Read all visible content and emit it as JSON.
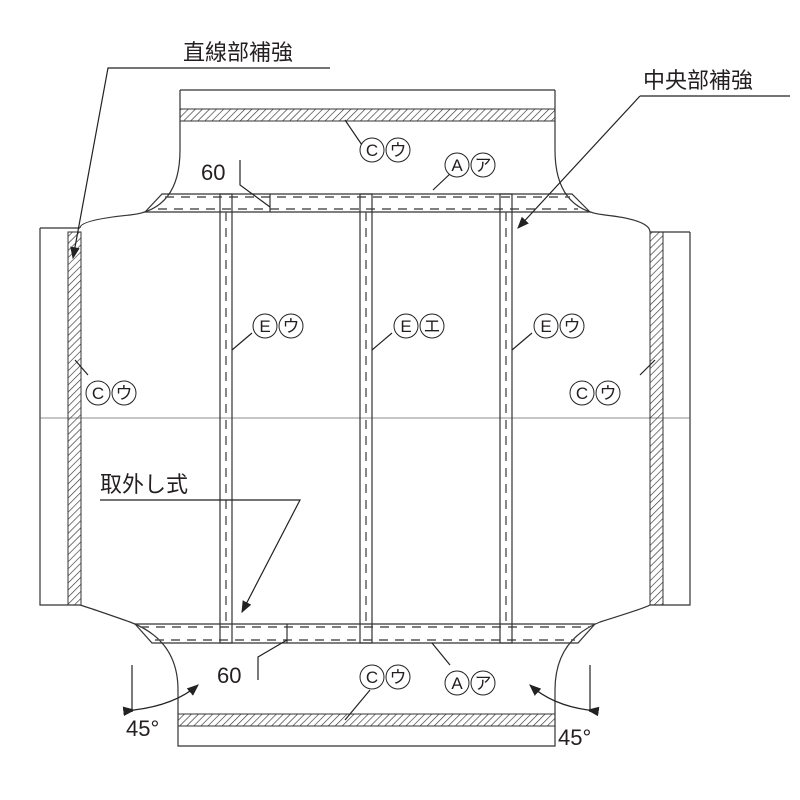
{
  "labels": {
    "straight_reinforcement": "直線部補強",
    "center_reinforcement": "中央部補強",
    "removable": "取外し式",
    "dim_top": "60",
    "dim_bottom": "60",
    "angle_left": "45°",
    "angle_right": "45°"
  },
  "markers": {
    "top_flange": [
      "C",
      "ウ"
    ],
    "top_bar": [
      "A",
      "ア"
    ],
    "left_flange": [
      "C",
      "ウ"
    ],
    "right_flange": [
      "C",
      "ウ"
    ],
    "stiffener_left": [
      "E",
      "ウ"
    ],
    "stiffener_center": [
      "E",
      "エ"
    ],
    "stiffener_right": [
      "E",
      "ウ"
    ],
    "bottom_flange": [
      "C",
      "ウ"
    ],
    "bottom_bar": [
      "A",
      "ア"
    ]
  }
}
